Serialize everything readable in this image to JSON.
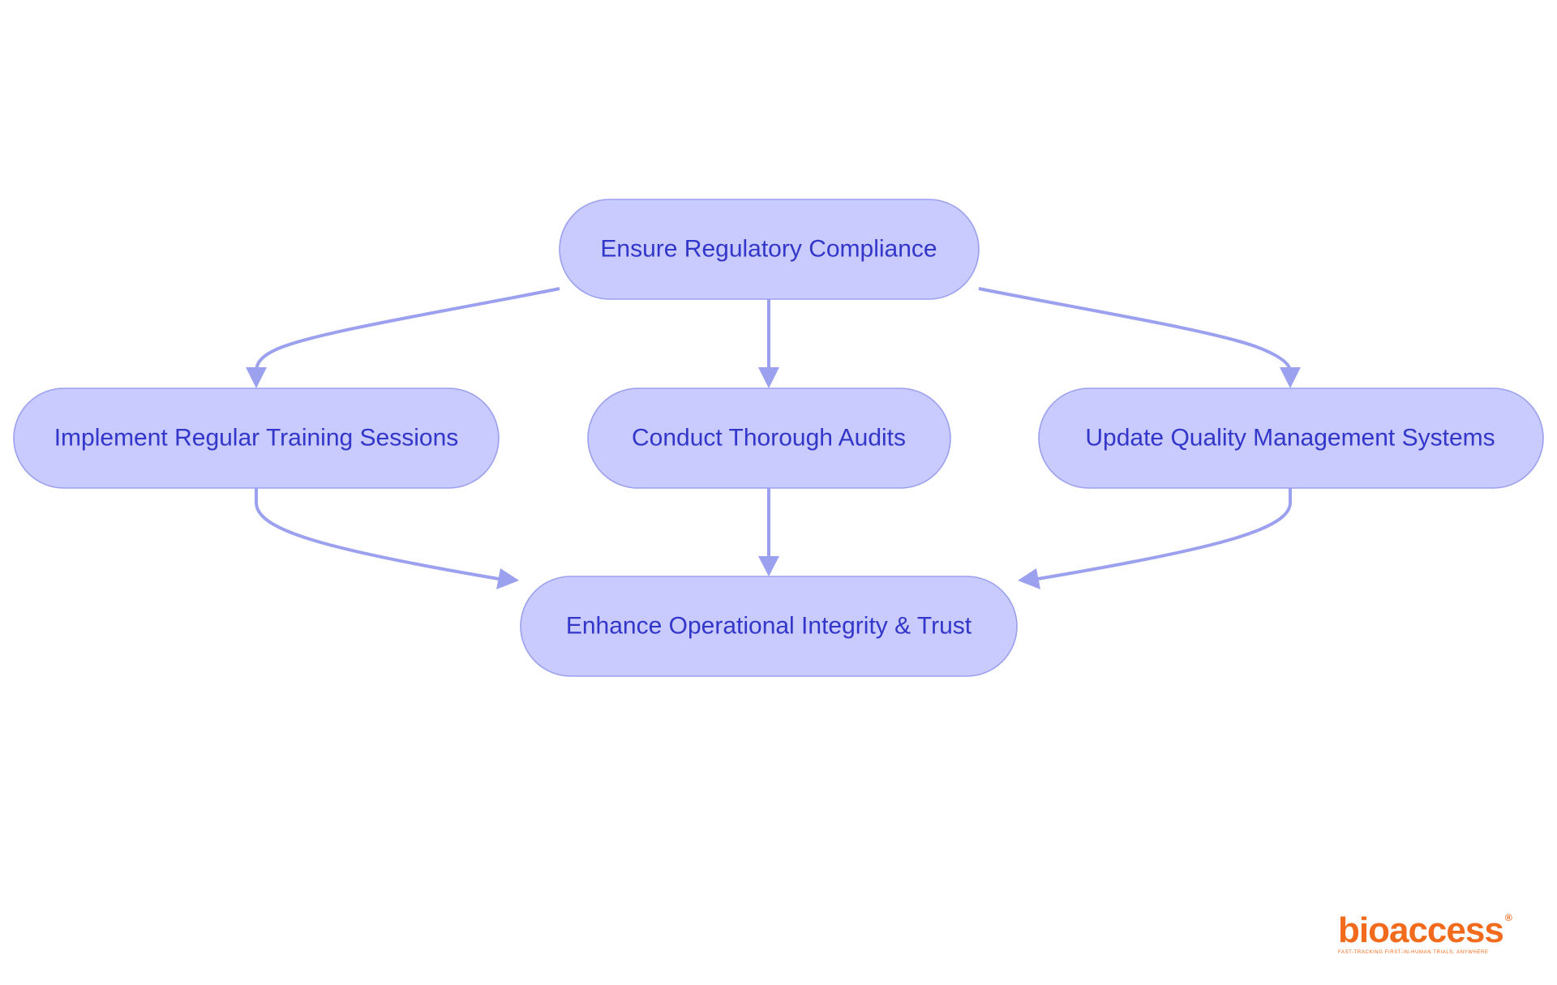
{
  "diagram": {
    "nodes": {
      "top": {
        "label": "Ensure Regulatory Compliance"
      },
      "left": {
        "label": "Implement Regular Training Sessions"
      },
      "middle": {
        "label": "Conduct Thorough Audits"
      },
      "right": {
        "label": "Update Quality Management Systems"
      },
      "bottom": {
        "label": "Enhance Operational Integrity & Trust"
      }
    },
    "edges": [
      {
        "from": "top",
        "to": "left"
      },
      {
        "from": "top",
        "to": "middle"
      },
      {
        "from": "top",
        "to": "right"
      },
      {
        "from": "left",
        "to": "bottom"
      },
      {
        "from": "middle",
        "to": "bottom"
      },
      {
        "from": "right",
        "to": "bottom"
      }
    ],
    "colors": {
      "node_fill": "#c9cafd",
      "node_stroke": "#9ba0ef",
      "text": "#3236c9",
      "edge": "#9ba0ef"
    }
  },
  "logo": {
    "wordmark": "bioaccess",
    "registered_mark": "®",
    "tagline": "FAST-TRACKING FIRST-IN-HUMAN TRIALS, ANYWHERE",
    "color": "#f26b1d"
  }
}
